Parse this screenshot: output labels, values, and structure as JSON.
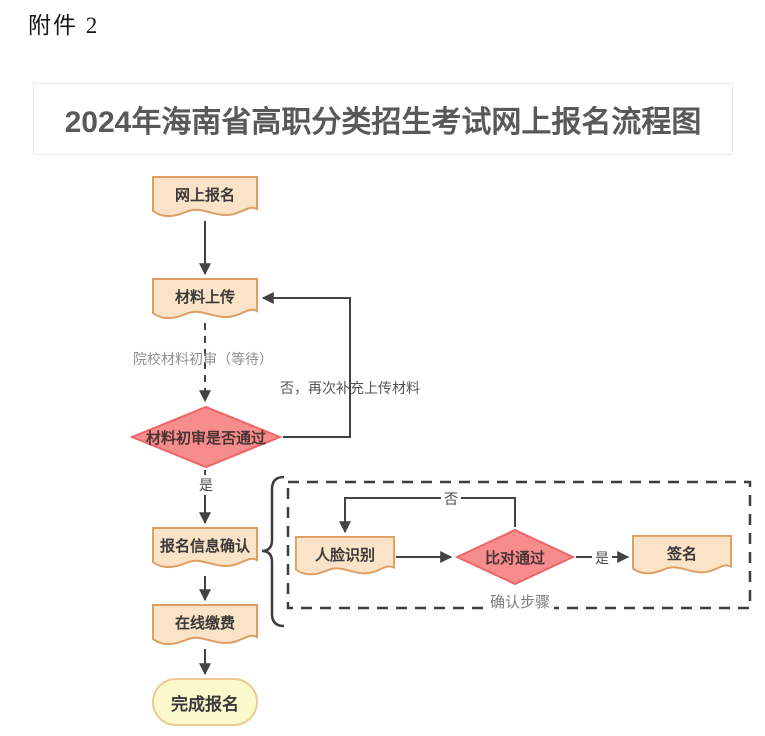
{
  "attachment_label": "附件 2",
  "title": "2024年海南省高职分类招生考试网上报名流程图",
  "nodes": {
    "online_registration": "网上报名",
    "material_upload": "材料上传",
    "material_review_decision": "材料初审是否通过",
    "registration_confirm": "报名信息确认",
    "online_payment": "在线缴费",
    "complete_registration": "完成报名",
    "face_recognition": "人脸识别",
    "compare_decision": "比对通过",
    "signature": "签名"
  },
  "edge_labels": {
    "review_waiting": "院校材料初审（等待）",
    "no_reupload": "否，再次补充上传材料",
    "yes_to_confirm": "是",
    "no_retry_face": "否",
    "yes_to_signature": "是",
    "confirm_steps_caption": "确认步骤"
  },
  "colors": {
    "doc_fill": "#fae3c6",
    "doc_border": "#dd9e63",
    "decision_fill": "#f78c8c",
    "decision_border": "#ee6565",
    "terminal_fill": "#fcfacd",
    "terminal_border": "#eeca92",
    "connector": "#434343",
    "muted_label": "#8f8f8f"
  }
}
